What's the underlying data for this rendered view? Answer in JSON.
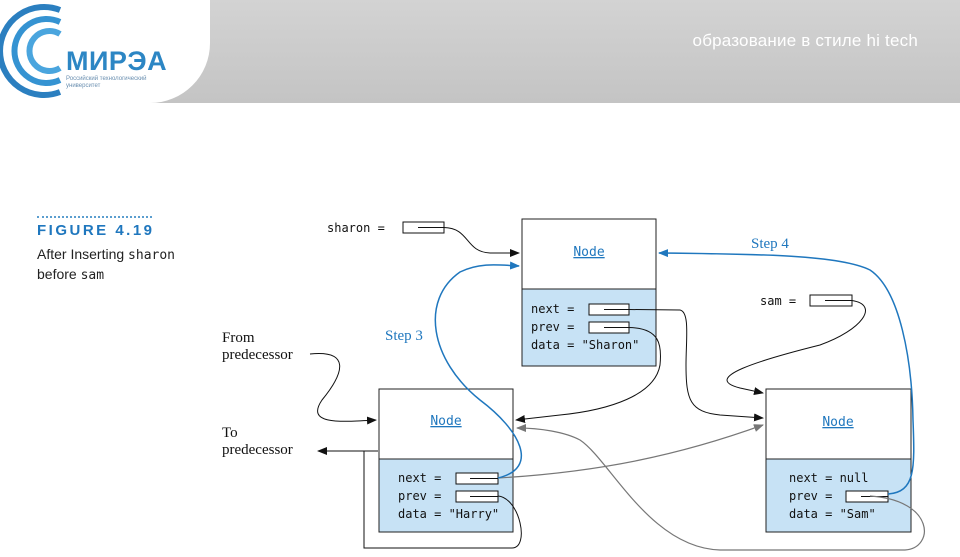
{
  "header": {
    "logo_text": "МИРЭА",
    "logo_subtitle": "Российский технологический университет",
    "slogan": "образование в стиле hi tech"
  },
  "figure": {
    "number": "FIGURE 4.19",
    "caption_prefix": "After Inserting ",
    "caption_var": "sharon",
    "caption_mid": "before ",
    "caption_var2": "sam"
  },
  "diagram": {
    "sharon_label": "sharon =",
    "sam_label": "sam =",
    "node_title": "Node",
    "sharon_node": {
      "next": "next =",
      "prev": "prev =",
      "data": "data = \"Sharon\""
    },
    "harry_node": {
      "next": "next =",
      "prev": "prev =",
      "data": "data = \"Harry\""
    },
    "sam_node": {
      "next": "next = null",
      "prev": "prev =",
      "data": "data = \"Sam\""
    },
    "from_label": [
      "From",
      "predecessor"
    ],
    "to_label": [
      "To",
      "predecessor"
    ],
    "step3": "Step 3",
    "step4": "Step 4"
  },
  "colors": {
    "accent": "#1f77be",
    "box_fill": "#c7e2f5",
    "header_gray": "#cacaca"
  }
}
